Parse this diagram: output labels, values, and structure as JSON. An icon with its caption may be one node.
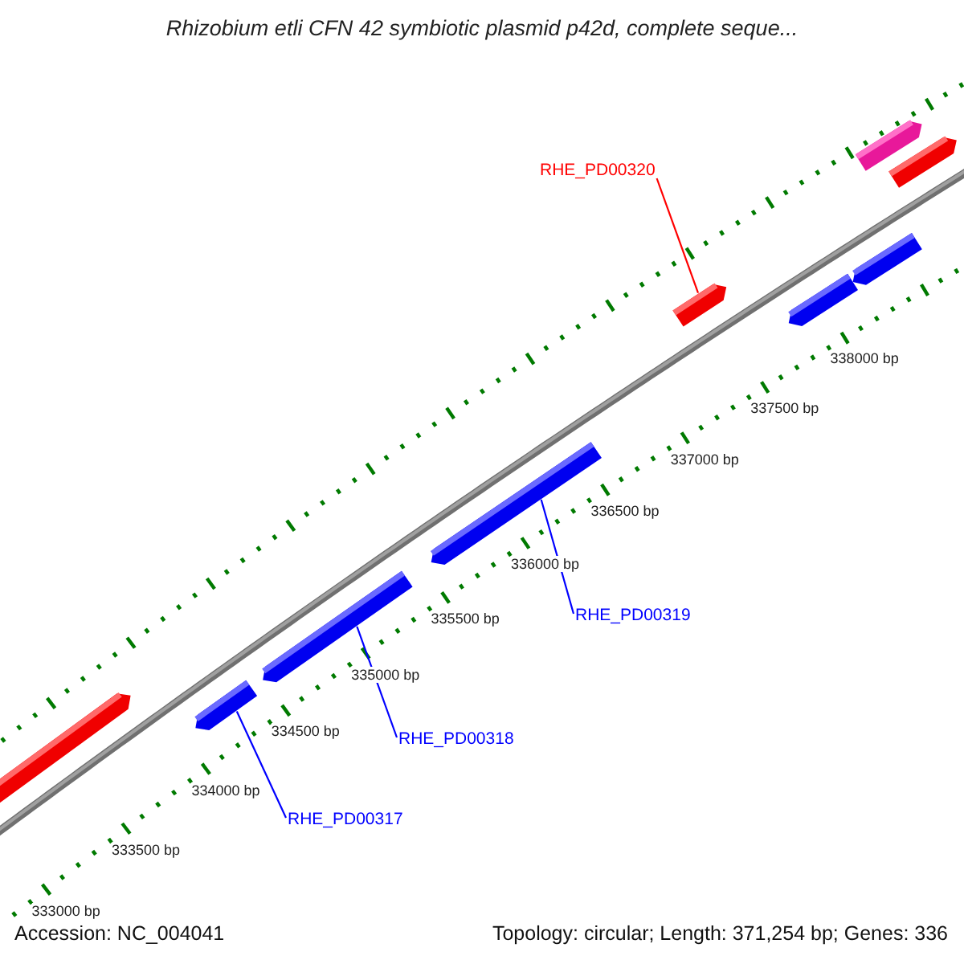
{
  "diagram": {
    "title": "Rhizobium etli CFN 42 symbiotic plasmid p42d, complete seque...",
    "nodes": [
      {
        "text": [
          "RHE_PD00320"
        ]
      },
      {
        "text": [
          "RHE_PD00319"
        ]
      },
      {
        "text": [
          "RHE_PD00318"
        ]
      },
      {
        "text": [
          "RHE_PD00317"
        ]
      },
      {
        "text": [],
        "shape": "bar"
      },
      {
        "text": [],
        "shape": "bar"
      },
      {
        "text": [],
        "shape": "bar"
      },
      {
        "text": [],
        "shape": "bar"
      },
      {
        "text": [],
        "shape": "bar"
      },
      {
        "text": [],
        "shape": "bar"
      },
      {
        "text": [],
        "shape": "bar"
      },
      {
        "text": [],
        "shape": "bar"
      },
      {
        "text": [],
        "shape": "bar"
      }
    ],
    "edges": [
      {
        "from": 0,
        "to": 8,
        "arrow": "none",
        "color": "#ff0000"
      },
      {
        "from": 1,
        "to": 7,
        "arrow": "none"
      },
      {
        "from": 2,
        "to": 6,
        "arrow": "none"
      },
      {
        "from": 3,
        "to": 5,
        "arrow": "none"
      }
    ],
    "labels": [
      "338000 bp",
      "337500 bp",
      "337000 bp",
      "336500 bp",
      "336000 bp",
      "335500 bp",
      "335000 bp",
      "334500 bp",
      "334000 bp",
      "333500 bp",
      "333000 bp",
      "Accession: NC_004041",
      "Topology: circular; Length: 371,254 bp; Genes: 336"
    ]
  }
}
